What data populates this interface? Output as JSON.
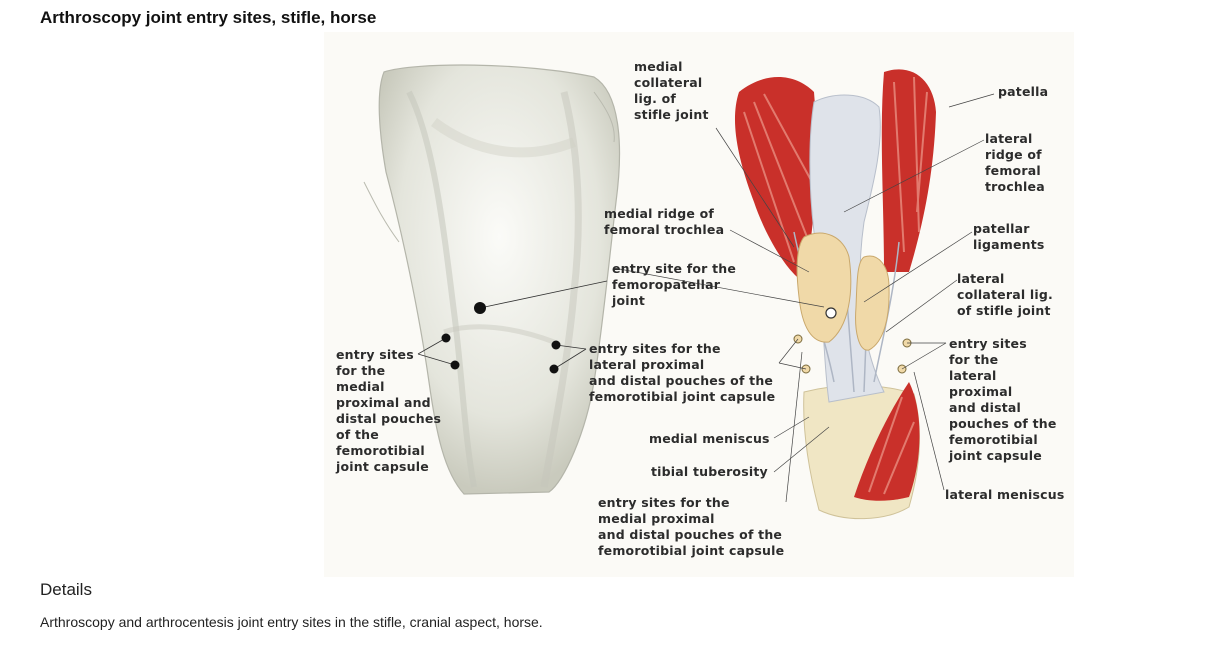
{
  "page": {
    "title": "Arthroscopy joint entry sites, stifle, horse"
  },
  "figure": {
    "labels": {
      "medial_collateral": "medial\ncollateral\nlig. of\nstifle joint",
      "patella": "patella",
      "lateral_ridge": "lateral\nridge of\nfemoral\ntrochlea",
      "medial_ridge": "medial ridge of\nfemoral trochlea",
      "patellar_ligaments": "patellar\nligaments",
      "entry_femoropatellar": "entry site for the\nfemoropatellar\njoint",
      "lateral_collateral": "lateral\ncollateral lig.\nof stifle joint",
      "entry_medial_left": "entry sites\nfor the\nmedial\nproximal and\ndistal pouches\nof the\nfemorotibial\njoint capsule",
      "entry_lateral_center": "entry sites for the\nlateral proximal\nand distal pouches of the\nfemorotibial joint capsule",
      "entry_lateral_right": "entry sites\nfor the\nlateral\nproximal\nand distal\npouches of the\nfemorotibial\njoint capsule",
      "medial_meniscus": "medial meniscus",
      "tibial_tuberosity": "tibial tuberosity",
      "lateral_meniscus": "lateral meniscus",
      "entry_medial_bottom": "entry sites for the\nmedial proximal\nand distal pouches of the\nfemorotibial joint capsule"
    },
    "colors": {
      "muscle": "#c9302a",
      "bone": "#f0d9a8",
      "ligament": "#dfe3ea",
      "sketch": "#cfd0c6",
      "entry_dot": "#111111"
    }
  },
  "details": {
    "heading": "Details",
    "text": "Arthroscopy and arthrocentesis joint entry sites in the stifle, cranial aspect, horse."
  }
}
